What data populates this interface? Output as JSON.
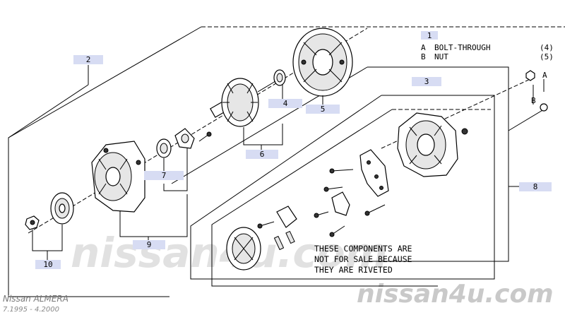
{
  "legend": {
    "ref": "1",
    "rows": [
      {
        "key": "A",
        "desc": "BOLT-THROUGH",
        "qty": "(4)"
      },
      {
        "key": "B",
        "desc": "NUT",
        "qty": "(5)"
      }
    ]
  },
  "callouts": [
    "2",
    "3",
    "4",
    "5",
    "6",
    "7",
    "8",
    "9",
    "10"
  ],
  "ab_labels": {
    "a": "A",
    "b": "B"
  },
  "note": [
    "THESE COMPONENTS ARE",
    "NOT FOR SALE BECAUSE",
    "THEY ARE RIVETED"
  ],
  "footer": {
    "title": "Nissan ALMERA",
    "date_range": "7.1995 - 4.2000"
  },
  "watermark": "nissan4u.com",
  "colors": {
    "callout_bg": "#d7dcf3",
    "watermark": "#c9c9c9",
    "line": "#000000"
  }
}
